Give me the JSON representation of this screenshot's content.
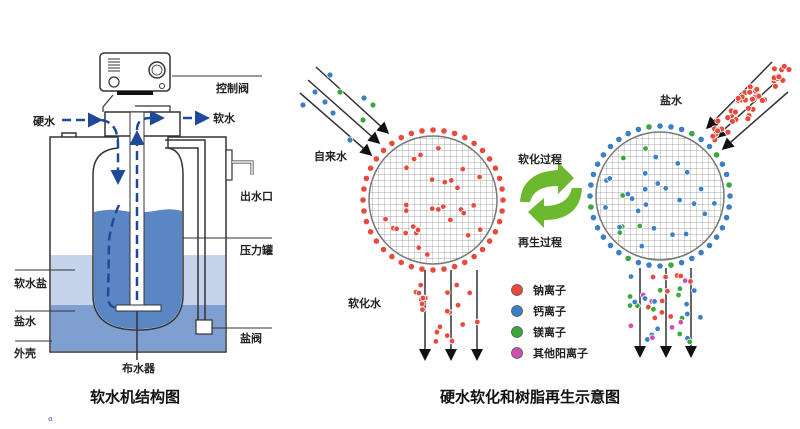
{
  "left_diagram": {
    "title": "软水机结构图",
    "labels": {
      "control_valve": "控制阀",
      "hard_water": "硬水",
      "soft_water": "软水",
      "outlet": "出水口",
      "pressure_tank": "压力罐",
      "softener_salt": "软水盐",
      "brine": "盐水",
      "shell": "外壳",
      "distributor": "布水器",
      "brine_valve": "盐阀"
    }
  },
  "right_diagram": {
    "title": "硬水软化和树脂再生示意图",
    "labels": {
      "tap_water": "自来水",
      "brine": "盐水",
      "softening_process": "软化过程",
      "regeneration_process": "再生过程",
      "softened_water": "软化水"
    },
    "legend": [
      {
        "label": "钠离子",
        "color": "#e84a3c"
      },
      {
        "label": "钙离子",
        "color": "#3a7fc8"
      },
      {
        "label": "镁离子",
        "color": "#3aa83a"
      },
      {
        "label": "其他阳离子",
        "color": "#d050b0"
      }
    ]
  },
  "colors": {
    "water_dark": "#5b86c4",
    "water_light": "#b9cbe6",
    "flow_arrow": "#1f4a9a",
    "green_arrow": "#6cb82e"
  },
  "footnote": "。"
}
